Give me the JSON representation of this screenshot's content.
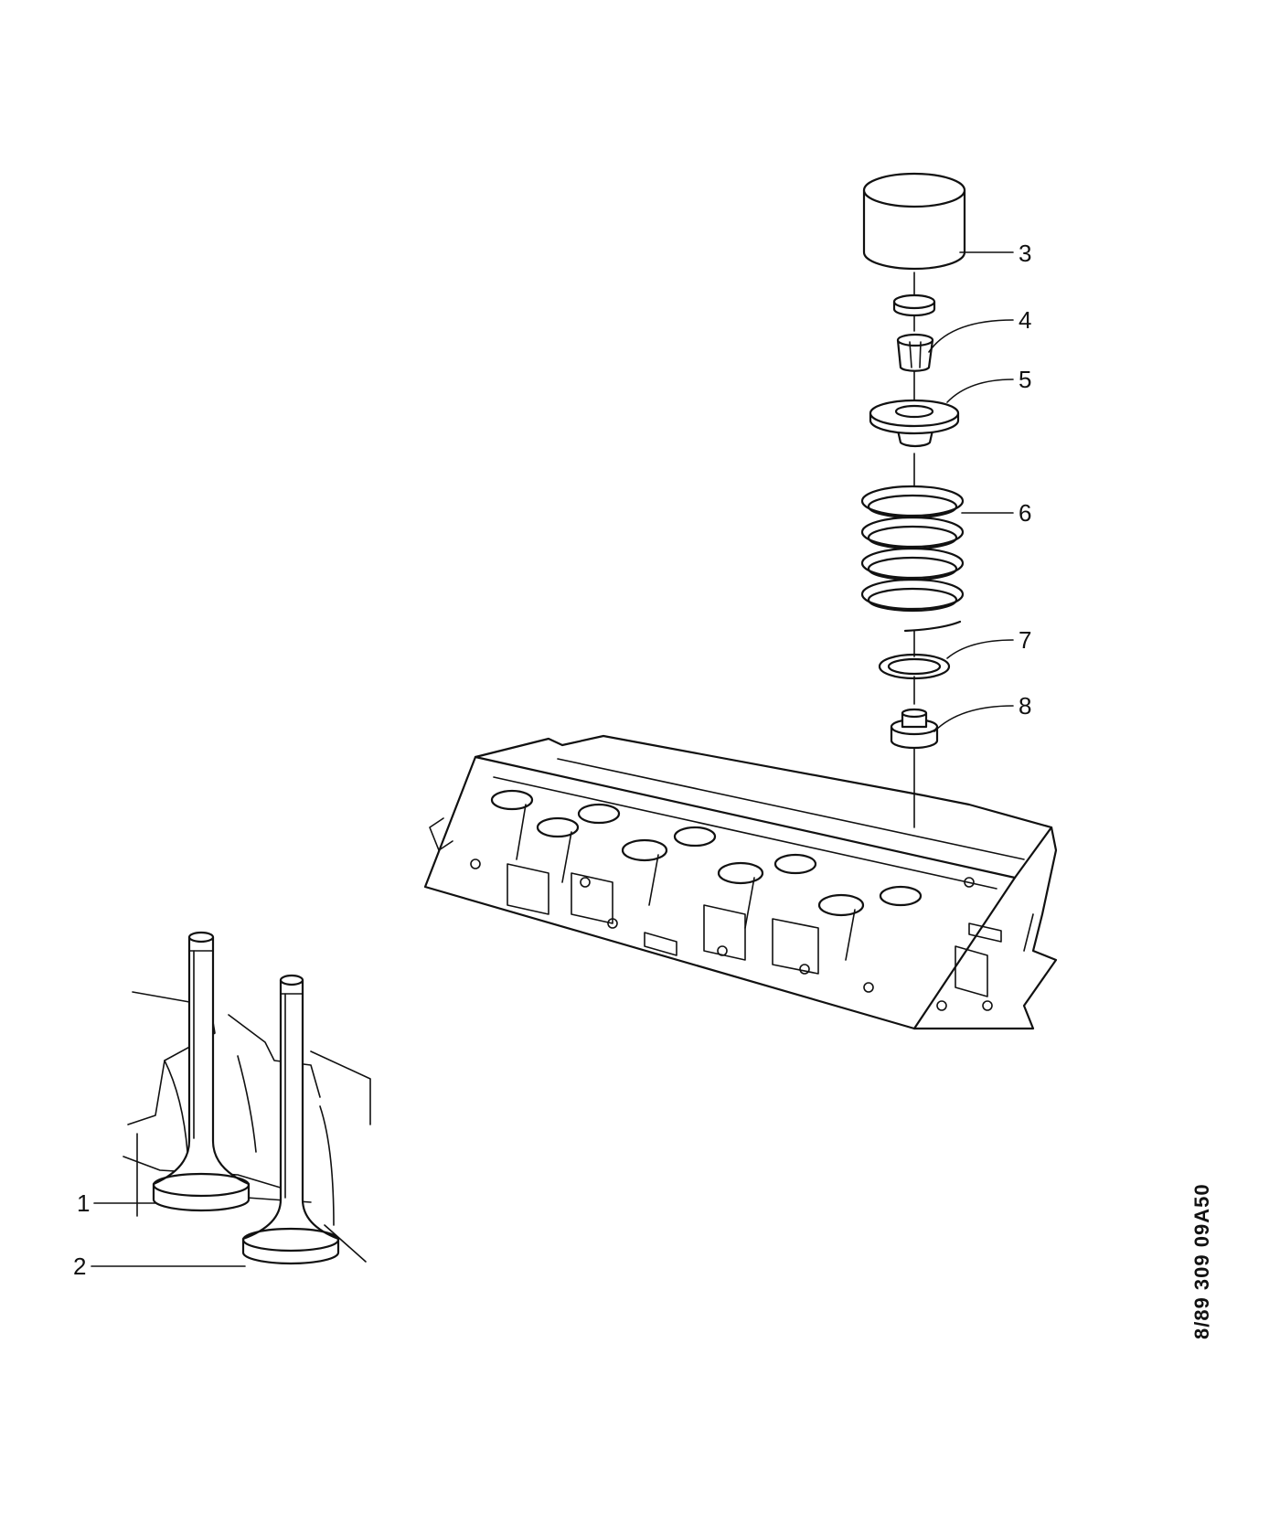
{
  "callouts": [
    {
      "id": "1",
      "label": "1"
    },
    {
      "id": "2",
      "label": "2"
    },
    {
      "id": "3",
      "label": "3"
    },
    {
      "id": "4",
      "label": "4"
    },
    {
      "id": "5",
      "label": "5"
    },
    {
      "id": "6",
      "label": "6"
    },
    {
      "id": "7",
      "label": "7"
    },
    {
      "id": "8",
      "label": "8"
    }
  ],
  "reference_code": "8/89 309 09A50"
}
